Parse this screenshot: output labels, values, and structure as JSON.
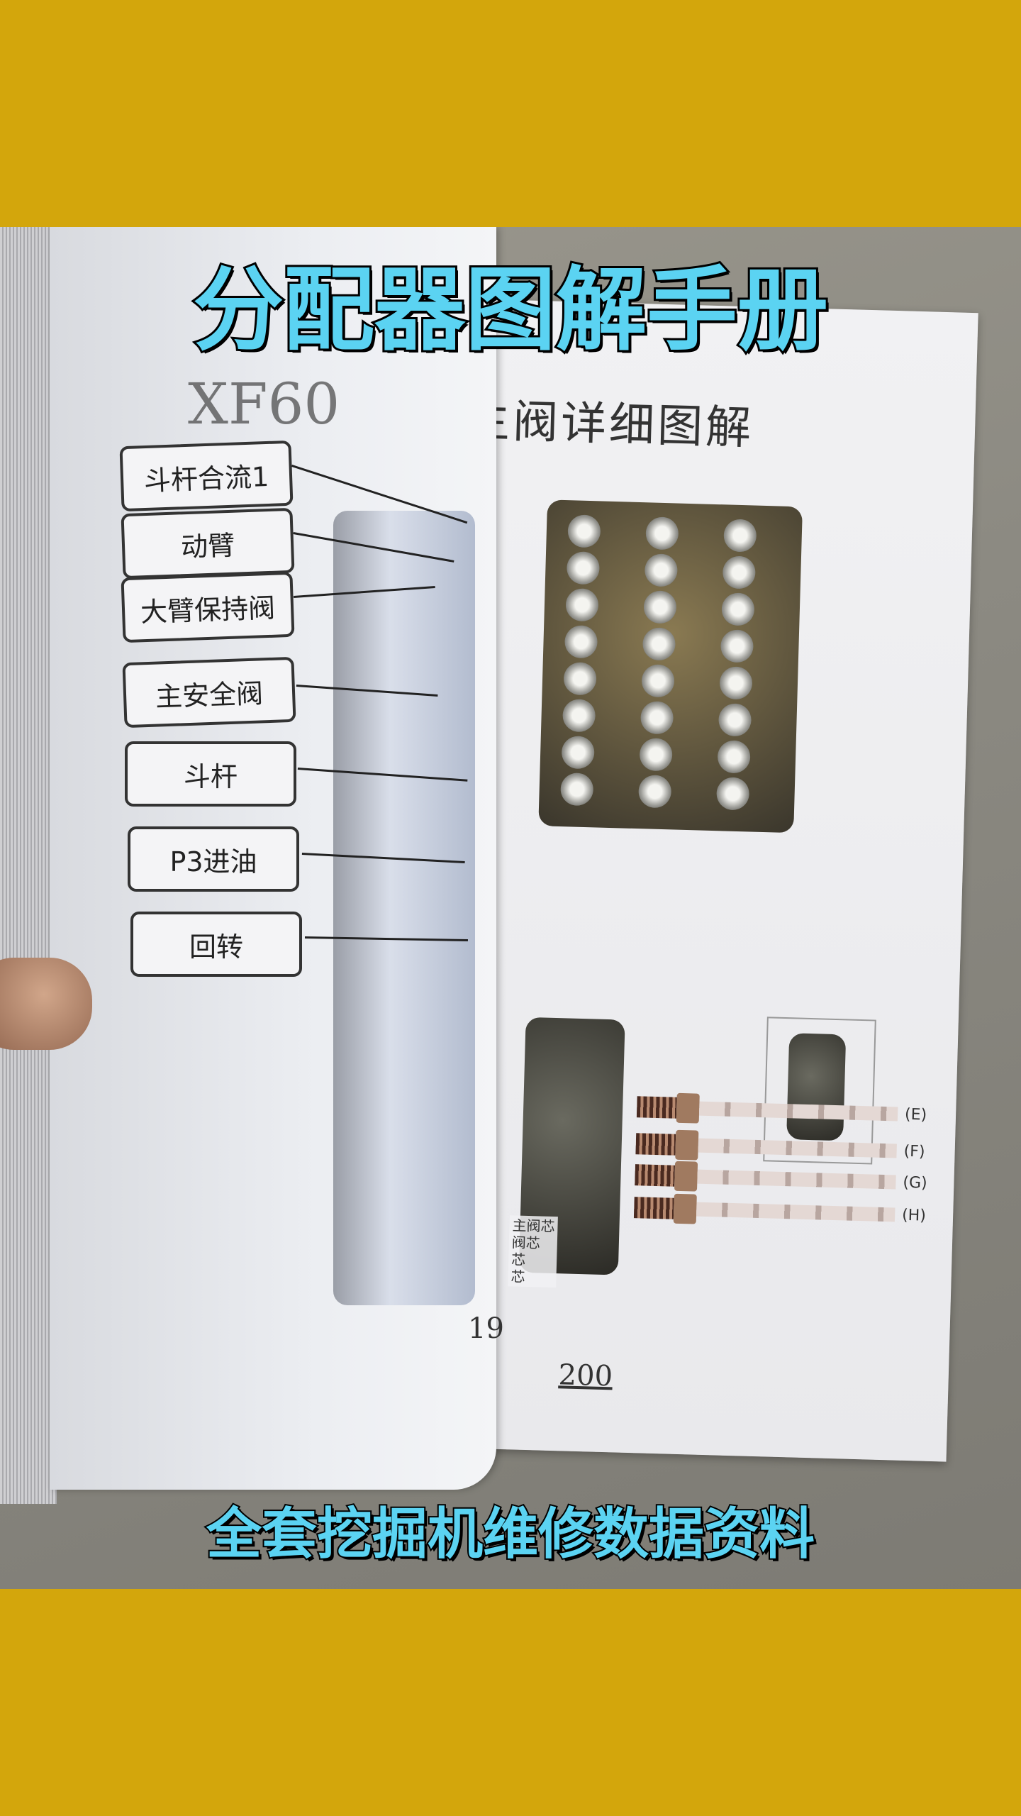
{
  "overlay": {
    "title": "分配器图解手册",
    "caption": "全套挖掘机维修数据资料",
    "text_color": "#5BD3F2",
    "band_color": "#D3A60C"
  },
  "left_page": {
    "heading_fragment": "XF60",
    "labels": [
      "斗杆合流1",
      "动臂",
      "大臂保持阀",
      "主安全阀",
      "斗杆",
      "P3进油",
      "回转"
    ],
    "page_number_fragment": "19",
    "side_text_fragments": [
      "主阀芯",
      "阀芯",
      "芯",
      "芯"
    ]
  },
  "right_page": {
    "heading": "主阀详细图解",
    "spool_tags": [
      "(E)",
      "(F)",
      "(G)",
      "(H)"
    ],
    "page_number": "200"
  }
}
